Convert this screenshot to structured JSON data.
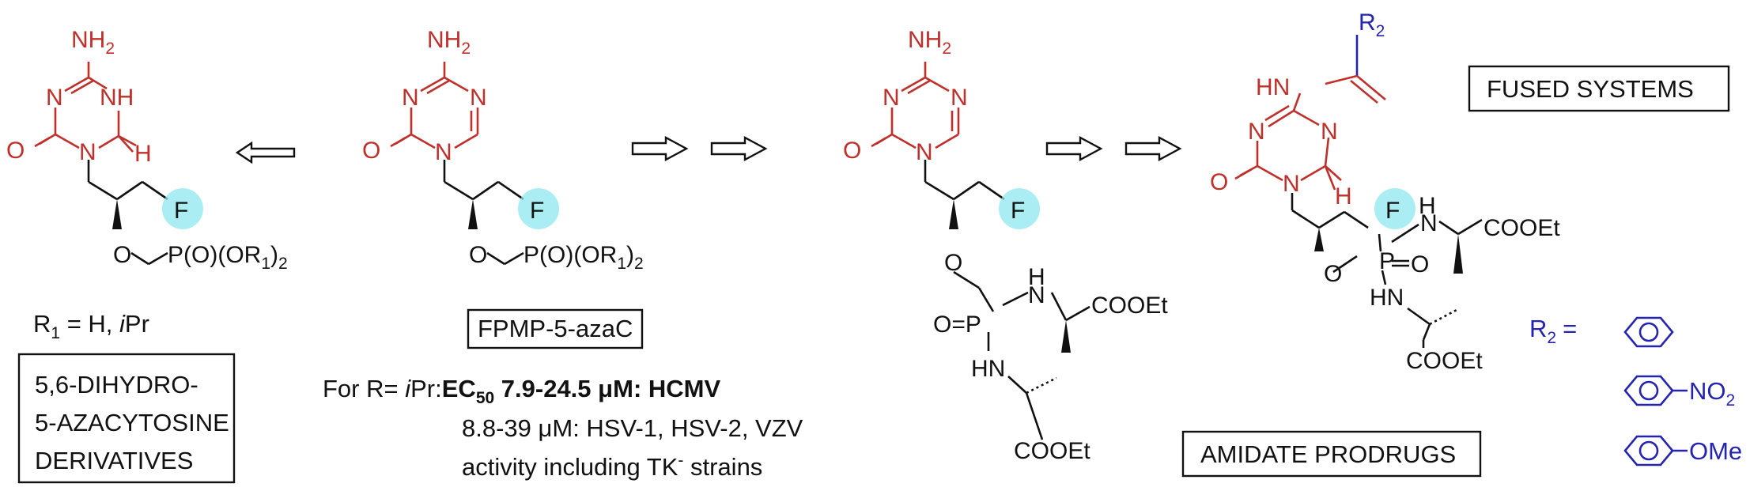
{
  "atoms": {
    "nh2": "NH",
    "nh2_sub": "2",
    "n": "N",
    "nh": "NH",
    "h": "H",
    "o": "O",
    "f": "F",
    "hn": "HN",
    "r2": "R",
    "r2_sub": "2"
  },
  "labels": {
    "p_oor": "P(O)(OR",
    "p_oor_sub": "1",
    "p_oor_close": ")",
    "p_oor_close_sub": "2",
    "p_eq_o": "O=P",
    "cooet": "COOEt",
    "r1_eq_prefix": "R",
    "r1_eq_sub": "1",
    "r1_eq_rest": " = H, ",
    "r1_eq_ipr": "i",
    "r1_eq_ipr_rest": "Pr",
    "r2_eq": "= ",
    "no2": "NO",
    "no2_sub": "2",
    "ome": "OMe"
  },
  "boxes": {
    "dihydro_line1": "5,6-DIHYDRO-",
    "dihydro_line2": "5-AZACYTOSINE",
    "dihydro_line3": "DERIVATIVES",
    "fpmp": "FPMP-5-azaC",
    "fused": "FUSED   SYSTEMS",
    "amidate": "AMIDATE   PRODRUGS"
  },
  "activity": {
    "prefix": "For R= ",
    "ipr_i": "i",
    "ipr_rest": "Pr:",
    "ec": "EC",
    "ec_sub": "50",
    "ec_value": " 7.9-24.5 μM: HCMV",
    "line2": "8.8-39 μM: HSV-1, HSV-2, VZV",
    "line3_a": "activity including TK",
    "line3_sup": "-",
    "line3_b": " strains"
  },
  "colors": {
    "heterocycle": "#c0302b",
    "substituent": "#2424b0",
    "highlight": "#8ee8ef"
  }
}
